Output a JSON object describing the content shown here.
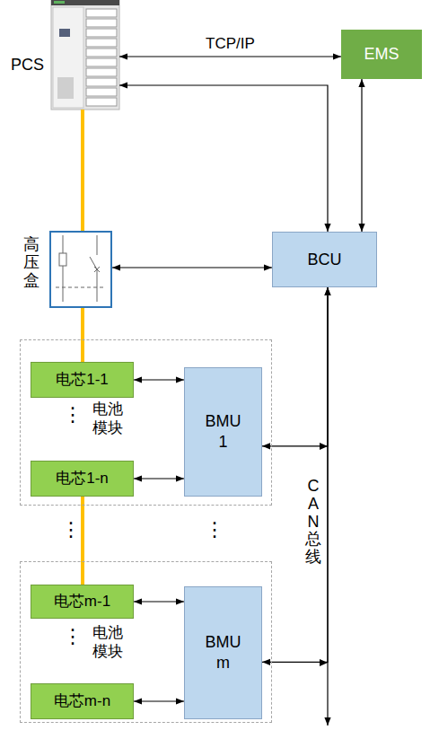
{
  "diagram": {
    "nodes": [
      {
        "text": [
          "PCS"
        ]
      },
      {
        "text": [
          "EMS"
        ]
      },
      {
        "text": [
          "高压盒"
        ]
      },
      {
        "text": [
          "BCU"
        ]
      },
      {
        "text": [
          "电池模块"
        ]
      },
      {
        "text": [
          "电芯1-1"
        ],
        "in": 4
      },
      {
        "text": [
          "电芯1-n"
        ],
        "in": 4
      },
      {
        "text": [
          "BMU 1"
        ],
        "in": 4
      },
      {
        "text": [
          "电池模块"
        ]
      },
      {
        "text": [
          "电芯m-1"
        ],
        "in": 8
      },
      {
        "text": [
          "电芯m-n"
        ],
        "in": 8
      },
      {
        "text": [
          "BMU m"
        ],
        "in": 8
      }
    ],
    "edges": [
      {
        "from": 0,
        "to": 1,
        "label": "TCP/IP",
        "arrow": "both"
      },
      {
        "from": 0,
        "to": 3,
        "arrow": "both"
      },
      {
        "from": 1,
        "to": 3,
        "arrow": "both"
      },
      {
        "from": 2,
        "to": 3,
        "arrow": "both"
      },
      {
        "from": 0,
        "to": 2,
        "arrow": "none"
      },
      {
        "from": 2,
        "to": 5,
        "arrow": "none"
      },
      {
        "from": 6,
        "to": 9,
        "arrow": "none"
      },
      {
        "from": 5,
        "to": 7,
        "arrow": "both"
      },
      {
        "from": 6,
        "to": 7,
        "arrow": "both"
      },
      {
        "from": 9,
        "to": 11,
        "arrow": "both"
      },
      {
        "from": 10,
        "to": 11,
        "arrow": "both"
      },
      {
        "from": 7,
        "to": 3,
        "arrow": "both"
      },
      {
        "from": 11,
        "to": 3,
        "arrow": "both"
      }
    ],
    "labels": [
      "⋮",
      "⋮",
      "⋮",
      "⋮",
      "CAN总线"
    ]
  }
}
